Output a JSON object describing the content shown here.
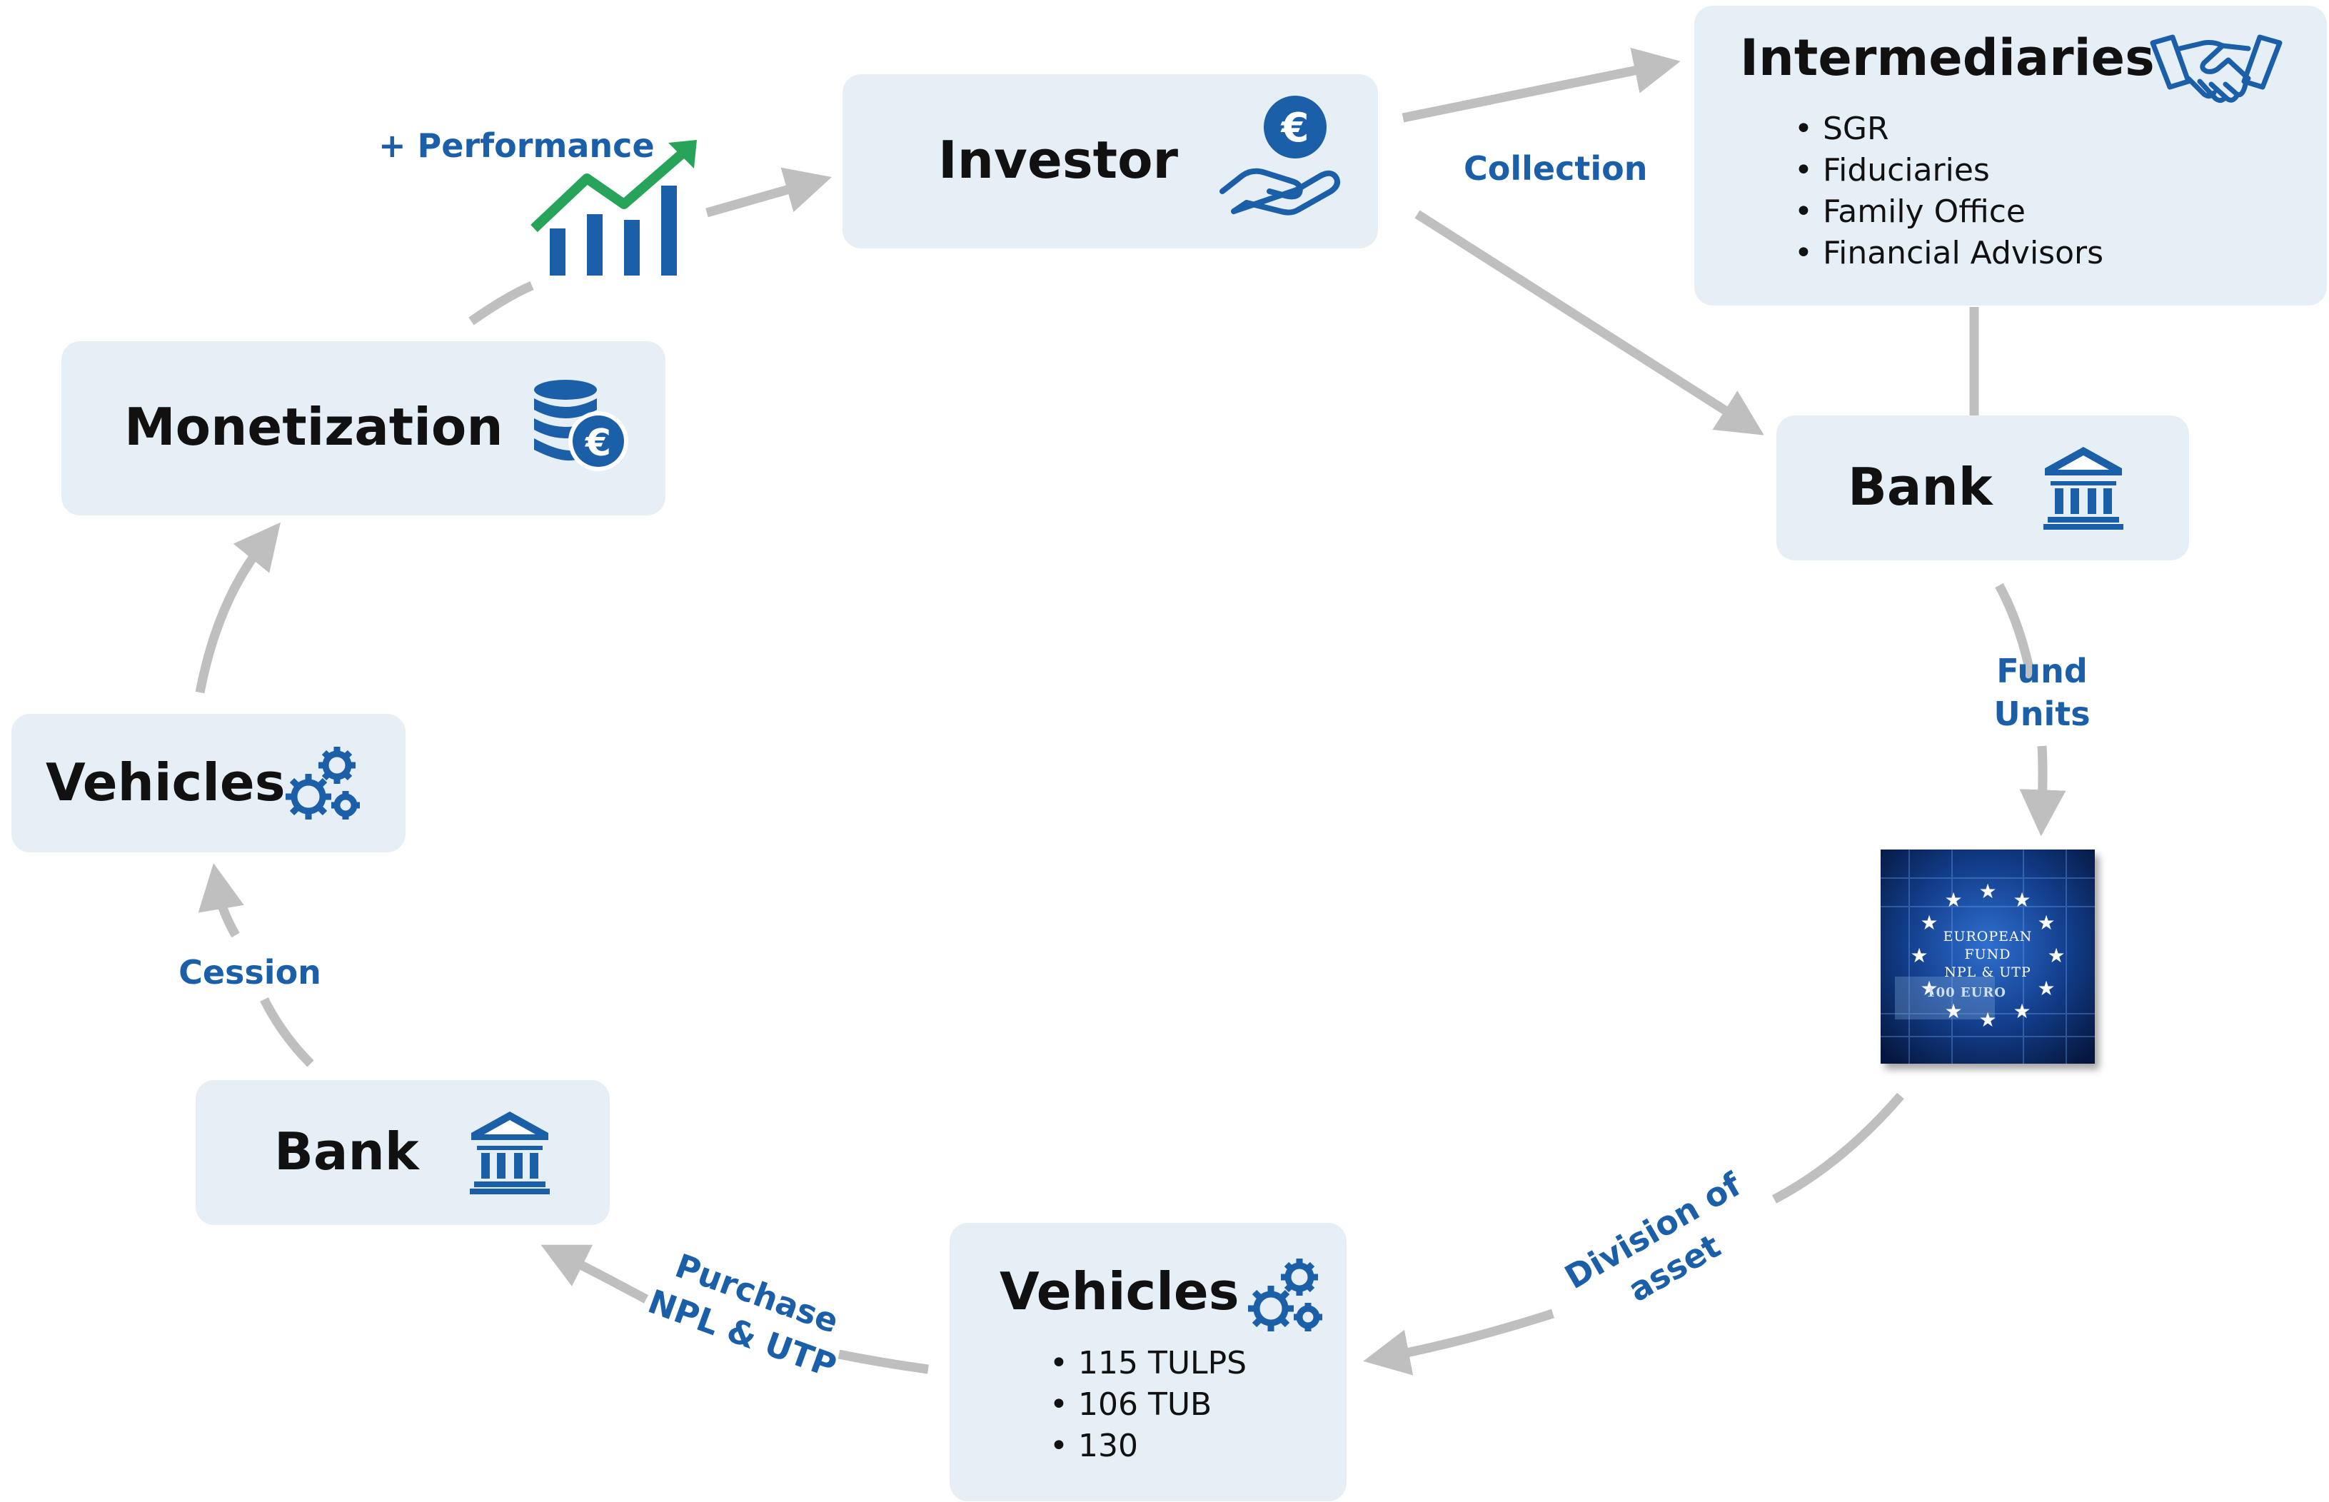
{
  "nodes": {
    "investor": {
      "title": "Investor"
    },
    "intermediaries": {
      "title": "Intermediaries",
      "items": [
        "SGR",
        "Fiduciaries",
        "Family Office",
        "Financial Advisors"
      ]
    },
    "bank_right": {
      "title": "Bank"
    },
    "vehicles_bottom": {
      "title": "Vehicles",
      "items": [
        "115 TULPS",
        "106 TUB",
        "130"
      ]
    },
    "bank_left": {
      "title": "Bank"
    },
    "vehicles_left": {
      "title": "Vehicles"
    },
    "monetization": {
      "title": "Monetization"
    }
  },
  "fund": {
    "line1": "EUROPEAN",
    "line2": "FUND",
    "line3": "NPL & UTP",
    "note": "100 EURO"
  },
  "labels": {
    "collection": "Collection",
    "fund_units_1": "Fund",
    "fund_units_2": "Units",
    "division_1": "Division of",
    "division_2": "asset",
    "purchase_1": "Purchase",
    "purchase_2": "NPL & UTP",
    "cession": "Cession",
    "performance": "+ Performance"
  },
  "colors": {
    "box": "#e6eef6",
    "accent": "#1a5fa8",
    "arrow": "#bfbfbf",
    "growth": "#27a35a",
    "icon": "#1a5fa8"
  }
}
